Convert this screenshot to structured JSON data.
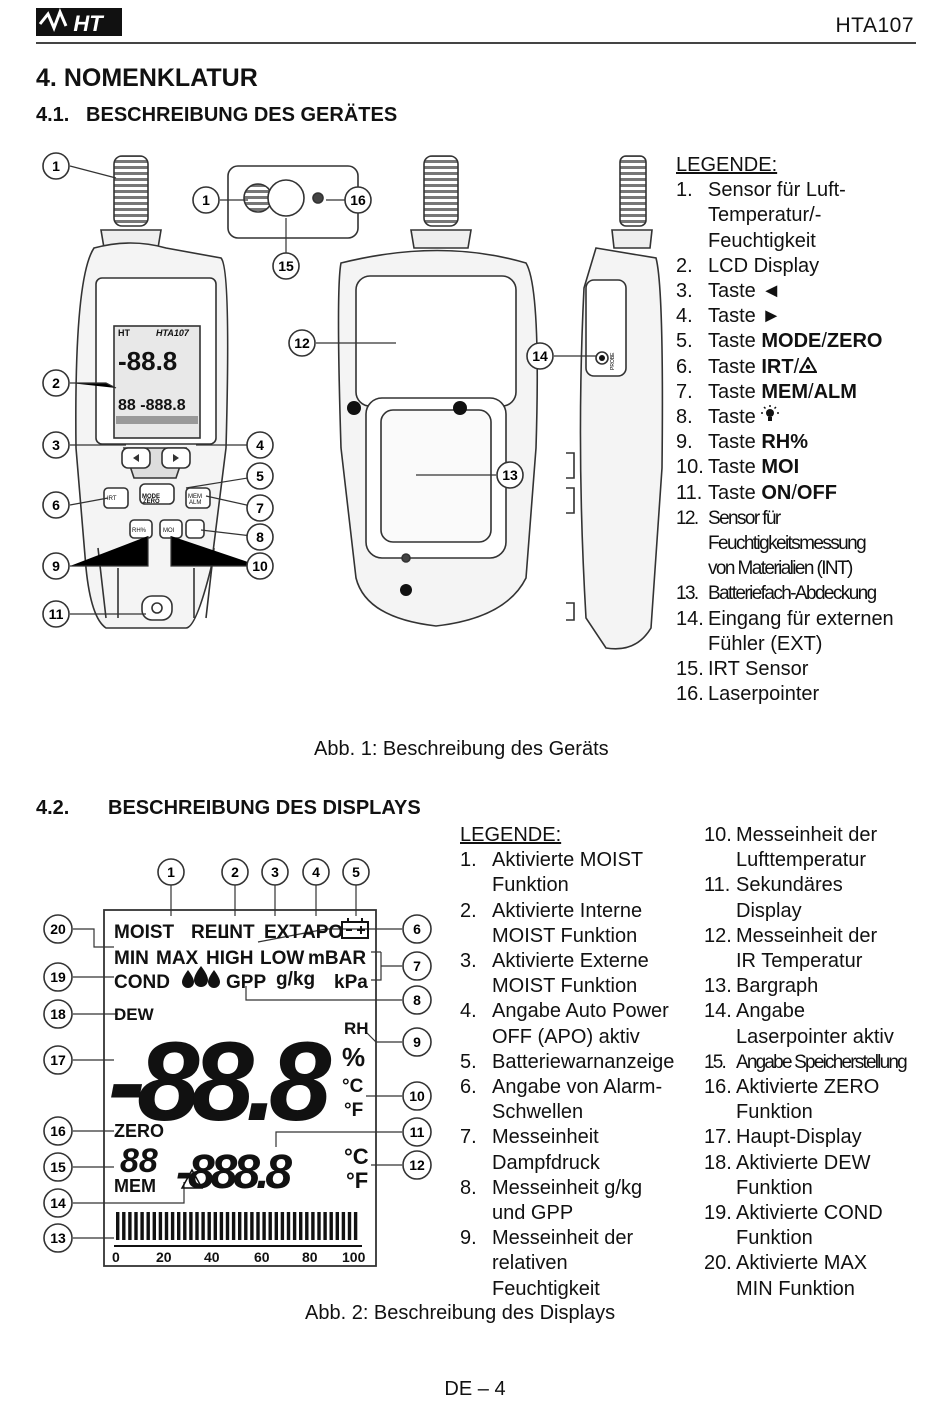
{
  "header": {
    "model": "HTA107",
    "logo_text": "HT"
  },
  "section": {
    "number": "4.",
    "title": "NOMENKLATUR"
  },
  "subsection1": {
    "number": "4.1.",
    "title": "BESCHREIBUNG DES GERÄTES"
  },
  "subsection2": {
    "number": "4.2.",
    "title": "BESCHREIBUNG DES DISPLAYS"
  },
  "legend1": {
    "title": "LEGENDE:",
    "items": [
      {
        "n": "1.",
        "lines": [
          "Sensor für Luft-",
          "Temperatur/-",
          "Feuchtigkeit"
        ]
      },
      {
        "n": "2.",
        "lines": [
          "LCD Display"
        ]
      },
      {
        "n": "3.",
        "text": "Taste ◄"
      },
      {
        "n": "4.",
        "text": "Taste ►"
      },
      {
        "n": "5.",
        "pre": "Taste ",
        "bold": "MODE",
        "post": "/",
        "bold2": "ZERO"
      },
      {
        "n": "6.",
        "pre": "Taste ",
        "bold": "IRT",
        "post": "/"
      },
      {
        "n": "7.",
        "pre": "Taste ",
        "bold": "MEM",
        "post": "/",
        "bold2": "ALM"
      },
      {
        "n": "8.",
        "text": "Taste"
      },
      {
        "n": "9.",
        "pre": "Taste ",
        "bold": "RH%"
      },
      {
        "n": "10.",
        "pre": "Taste ",
        "bold": "MOI"
      },
      {
        "n": "11.",
        "pre": "Taste ",
        "bold": "ON",
        "post": "/",
        "bold2": "OFF"
      },
      {
        "n": "12.",
        "lines": [
          "Sensor für",
          "Feuchtigkeitsmessung",
          "von Materialien (INT)"
        ]
      },
      {
        "n": "13.",
        "lines": [
          "Batteriefach-Abdeckung"
        ]
      },
      {
        "n": "14.",
        "lines": [
          "Eingang für externen",
          "Fühler (EXT)"
        ]
      },
      {
        "n": "15.",
        "lines": [
          "IRT Sensor"
        ]
      },
      {
        "n": "16.",
        "lines": [
          "Laserpointer"
        ]
      }
    ]
  },
  "caption1": "Abb. 1: Beschreibung des Geräts",
  "legend2": {
    "title": "LEGENDE:",
    "col1": [
      {
        "n": "1.",
        "lines": [
          "Aktivierte MOIST",
          "Funktion"
        ]
      },
      {
        "n": "2.",
        "lines": [
          "Aktivierte Interne",
          "MOIST Funktion"
        ]
      },
      {
        "n": "3.",
        "lines": [
          "Aktivierte Externe",
          "MOIST Funktion"
        ]
      },
      {
        "n": "4.",
        "lines": [
          "Angabe Auto Power",
          "OFF (APO) aktiv"
        ]
      },
      {
        "n": "5.",
        "lines": [
          "Batteriewarnanzeige"
        ]
      },
      {
        "n": "6.",
        "lines": [
          "Angabe von Alarm-",
          "Schwellen"
        ]
      },
      {
        "n": "7.",
        "lines": [
          "Messeinheit",
          "Dampfdruck"
        ]
      },
      {
        "n": "8.",
        "lines": [
          "Messeinheit g/kg",
          "und GPP"
        ]
      },
      {
        "n": "9.",
        "lines": [
          "Messeinheit der",
          "relativen",
          "Feuchtigkeit"
        ]
      }
    ],
    "col2": [
      {
        "n": "10.",
        "lines": [
          "Messeinheit der",
          "Lufttemperatur"
        ]
      },
      {
        "n": "11.",
        "lines": [
          "Sekundäres",
          "Display"
        ]
      },
      {
        "n": "12.",
        "lines": [
          "Messeinheit der",
          "IR Temperatur"
        ]
      },
      {
        "n": "13.",
        "lines": [
          "Bargraph"
        ]
      },
      {
        "n": "14.",
        "lines": [
          "Angabe",
          "Laserpointer aktiv"
        ]
      },
      {
        "n": "15.",
        "lines": [
          "Angabe Speicherstellung"
        ]
      },
      {
        "n": "16.",
        "lines": [
          "Aktivierte ZERO",
          "Funktion"
        ]
      },
      {
        "n": "17.",
        "lines": [
          "Haupt-Display"
        ]
      },
      {
        "n": "18.",
        "lines": [
          "Aktivierte DEW",
          "Funktion"
        ]
      },
      {
        "n": "19.",
        "lines": [
          "Aktivierte COND",
          "Funktion"
        ]
      },
      {
        "n": "20.",
        "lines": [
          "Aktivierte MAX",
          "MIN Funktion"
        ]
      }
    ]
  },
  "caption2": "Abb. 2: Beschreibung des Displays",
  "footer": {
    "page": "DE – 4"
  },
  "fig1": {
    "callouts_front": [
      "1",
      "2",
      "3",
      "4",
      "5",
      "6",
      "7",
      "8",
      "9",
      "10",
      "11"
    ],
    "callouts_top": [
      "1",
      "16",
      "15"
    ],
    "callouts_back": [
      "12",
      "13"
    ],
    "callout_side": "14",
    "device_brand": "HT",
    "device_model": "HTA107",
    "buttons": {
      "mode": "MODE",
      "zero": "ZERO",
      "irt": "IRT",
      "mem": "MEM",
      "alm": "ALM",
      "rh": "RH%",
      "moi": "MOI"
    },
    "side_label": "PROBE"
  },
  "fig2": {
    "callouts_top": [
      "1",
      "2",
      "3",
      "4",
      "5"
    ],
    "callouts_left": [
      "20",
      "19",
      "18",
      "17",
      "16",
      "15",
      "14",
      "13"
    ],
    "callouts_right": [
      "6",
      "7",
      "8",
      "9",
      "10",
      "11",
      "12"
    ],
    "lcd": {
      "row1": [
        "MOIST",
        "REL",
        "INT",
        "EXT",
        "APO"
      ],
      "row2": [
        "MIN",
        "MAX",
        "HIGH",
        "LOW",
        "mBAR"
      ],
      "row3_cond": "COND",
      "row3_gpp": "GPP",
      "row3_gkg": "g/kg",
      "row3_kpa": "kPa",
      "dew": "DEW",
      "rh": "RH",
      "pct": "%",
      "degc": "°C",
      "degf": "°F",
      "zero": "ZERO",
      "mem": "MEM",
      "mem_digits": "88",
      "main_digits": "-88.8",
      "sec_digits": "-888.8",
      "bar_scale": [
        "0",
        "20",
        "40",
        "60",
        "80",
        "100"
      ]
    }
  }
}
